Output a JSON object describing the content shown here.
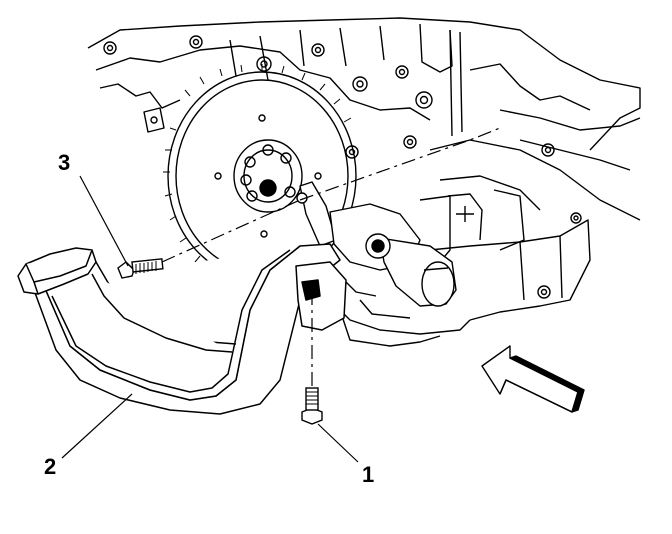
{
  "callouts": {
    "one": "1",
    "two": "2",
    "three": "3"
  },
  "colors": {
    "line": "#000000",
    "background": "#ffffff",
    "arrow_shade": "#8a8a8a"
  },
  "icons": {
    "view_arrow": "view-direction-arrow-icon"
  }
}
